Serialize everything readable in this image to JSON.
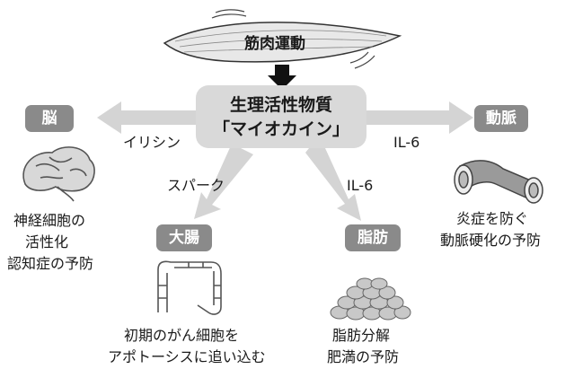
{
  "top": {
    "label": "筋肉運動"
  },
  "center": {
    "line1": "生理活性物質",
    "line2": "「マイオカイン」"
  },
  "nodes": {
    "brain": {
      "tag": "脳",
      "arrow_label": "イリシン",
      "desc": [
        "神経細胞の",
        "活性化",
        "認知症の予防"
      ]
    },
    "artery": {
      "tag": "動脈",
      "arrow_label": "IL-6",
      "desc": [
        "炎症を防ぐ",
        "動脈硬化の予防"
      ]
    },
    "colon": {
      "tag": "大腸",
      "arrow_label": "スパーク",
      "desc": [
        "初期のがん細胞を",
        "アポトーシスに追い込む"
      ]
    },
    "fat": {
      "tag": "脂肪",
      "arrow_label": "IL-6",
      "desc": [
        "脂肪分解",
        "肥満の予防"
      ]
    }
  },
  "colors": {
    "tag_bg": "#8a8a8a",
    "center_bg": "#d9d9d9",
    "arrow": "#d4d4d4"
  }
}
